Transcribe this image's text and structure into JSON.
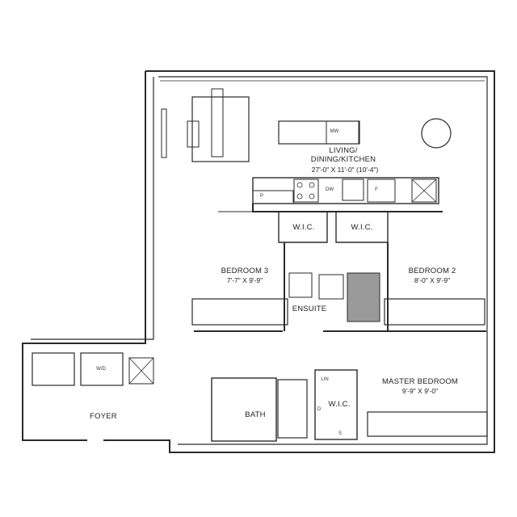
{
  "plan": {
    "rooms": [
      {
        "id": "living",
        "name": "LIVING/\nDINING/KITCHEN",
        "line1": "LIVING/",
        "line2": "DINING/KITCHEN",
        "dims": "27'-0\" X 11'-0\" (10'-4\")"
      },
      {
        "id": "bedroom3",
        "name": "BEDROOM 3",
        "dims": "7'-7\" X 9'-9\""
      },
      {
        "id": "bedroom2",
        "name": "BEDROOM 2",
        "dims": "8'-0\" X 9'-9\""
      },
      {
        "id": "master",
        "name": "MASTER BEDROOM",
        "dims": "9'-9\" X 9'-0\""
      },
      {
        "id": "wic1",
        "name": "W.I.C."
      },
      {
        "id": "wic2",
        "name": "W.I.C."
      },
      {
        "id": "wic3",
        "name": "W.I.C."
      },
      {
        "id": "ensuite",
        "name": "ENSUITE"
      },
      {
        "id": "bath",
        "name": "BATH"
      },
      {
        "id": "foyer",
        "name": "FOYER"
      },
      {
        "id": "laundry",
        "name": "W/D"
      }
    ],
    "appliance_labels": {
      "microwave": "MW",
      "dishwasher": "DW",
      "pantry": "P",
      "fridge": "F",
      "linen": "LIN",
      "dryer": "D",
      "shelf": "S"
    },
    "colors": {
      "wall": "#2a2a2a",
      "line": "#3a3a3a",
      "shower": "#8a8a8a",
      "background": "#ffffff"
    }
  }
}
